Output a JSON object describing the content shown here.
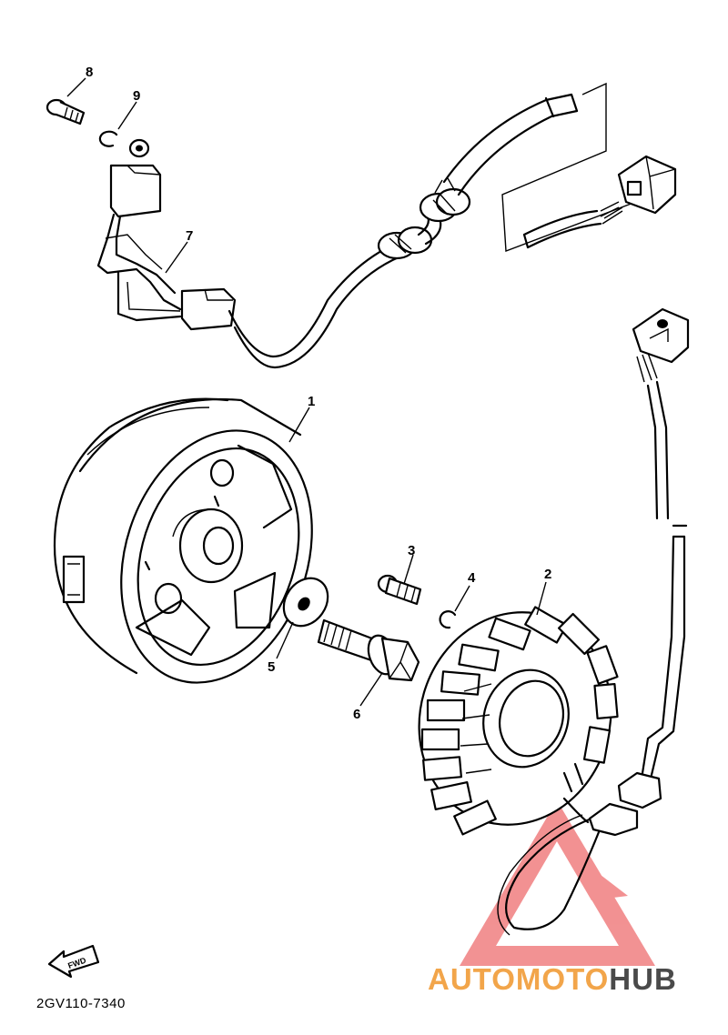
{
  "callouts": {
    "c1": "1",
    "c2": "2",
    "c3": "3",
    "c4": "4",
    "c5": "5",
    "c6": "6",
    "c7": "7",
    "c8": "8",
    "c9": "9"
  },
  "fwd_label": "FWD",
  "part_code": "2GV110-7340",
  "watermark": {
    "part1": "AUTO",
    "part2": "MOTO",
    "part3": "HUB"
  },
  "colors": {
    "line": "#000000",
    "watermark_orange": "#f2a54a",
    "watermark_gray": "#4a4a4a",
    "watermark_triangle": "#e8393a"
  }
}
